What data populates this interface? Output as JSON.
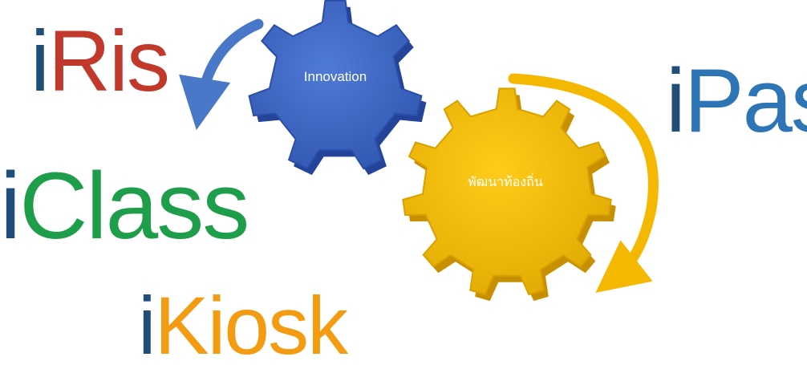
{
  "brands": {
    "iris": {
      "prefix": "i",
      "rest": "Ris",
      "color": "#c0392b"
    },
    "ipas": {
      "prefix": "i",
      "rest": "Pas",
      "color": "#2e75b6"
    },
    "iclass": {
      "prefix": "i",
      "rest": "Class",
      "color": "#1e9e4a"
    },
    "ikiosk": {
      "prefix": "i",
      "rest": "Kiosk",
      "color": "#f39c12"
    }
  },
  "gears": {
    "blue": {
      "label": "Innovation",
      "color": "#3b64c4"
    },
    "yellow": {
      "label": "พัฒนาท้องถิ่น",
      "color": "#f2b705"
    }
  },
  "arrows": {
    "blue": {
      "color": "#4a78c8"
    },
    "yellow": {
      "color": "#f5b800"
    }
  },
  "colors": {
    "i_letter": "#1f4e79"
  }
}
